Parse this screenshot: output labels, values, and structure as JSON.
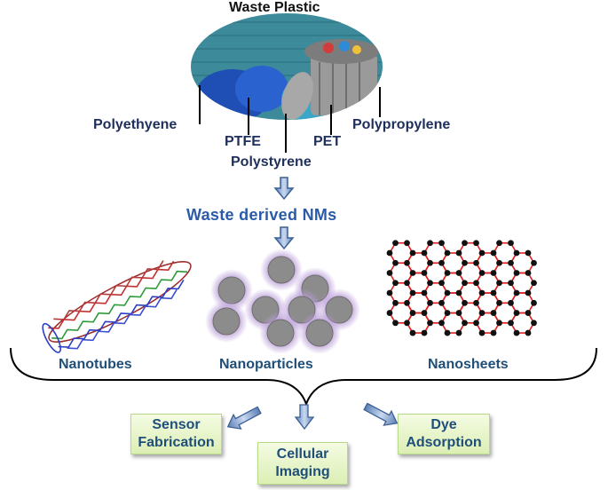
{
  "title": "Waste Plastic",
  "plastics": [
    "Polyethyene",
    "PTFE",
    "Polystyrene",
    "PET",
    "Polypropylene"
  ],
  "section_label": "Waste derived NMs",
  "nanomaterials": [
    "Nanotubes",
    "Nanoparticles",
    "Nanosheets"
  ],
  "applications": [
    "Sensor Fabrication",
    "Cellular Imaging",
    "Dye Adsorption"
  ],
  "colors": {
    "label_dark_blue": "#1e2f5c",
    "section_blue": "#2a5aa8",
    "nm_blue": "#1f4e79",
    "app_box_fill": "#dcefb4",
    "lattice_node": "#111111",
    "lattice_bond": "#e02020",
    "particle_fill": "#8c8c8c",
    "particle_glow": "#b99cd8"
  }
}
